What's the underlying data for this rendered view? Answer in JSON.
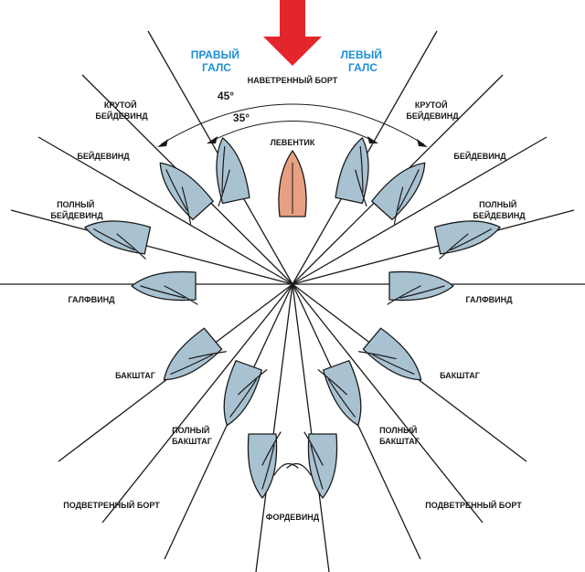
{
  "wind_arrow": {
    "color": "#e3262b"
  },
  "tacks": {
    "starboard": [
      "ПРАВЫЙ",
      "ГАЛС"
    ],
    "port": [
      "ЛЕВЫЙ",
      "ГАЛС"
    ],
    "color": "#1c8fd1"
  },
  "windward_side": "НАВЕТРЕННЫЙ БОРТ",
  "leeward_side": "ПОДВЕТРЕННЫЙ БОРТ",
  "angles": {
    "inner": "35°",
    "outer": "45°"
  },
  "head_to_wind": "ЛЕВЕНТИК",
  "courses": {
    "close_hauled": [
      "КРУТОЙ",
      "БЕЙДЕВИНД"
    ],
    "close_reach": "БЕЙДЕВИНД",
    "beam_reach_full": [
      "ПОЛНЫЙ",
      "БЕЙДЕВИНД"
    ],
    "beam_reach": "ГАЛФВИНД",
    "broad_reach": "БАКШТАГ",
    "broad_reach_full": [
      "ПОЛНЫЙ",
      "БАКШТАГ"
    ],
    "running": "ФОРДЕВИНД"
  },
  "colors": {
    "hull": "#a9c2d2",
    "head_boat": "#e8a083",
    "line": "#1a1a1a"
  }
}
